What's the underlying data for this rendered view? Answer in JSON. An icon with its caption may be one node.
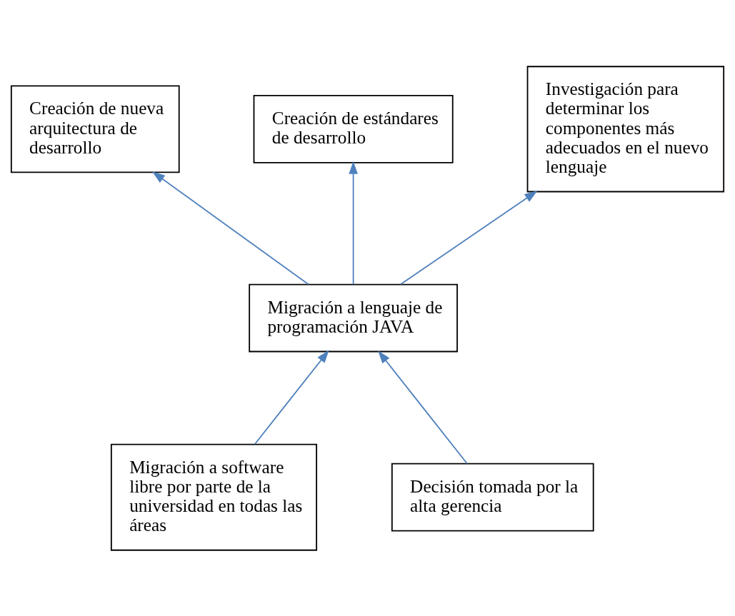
{
  "diagram": {
    "nodes": [
      {
        "text": [
          "Creación de nueva arquitectura de desarrollo"
        ]
      },
      {
        "text": [
          "Creación de estándares de desarrollo"
        ]
      },
      {
        "text": [
          "Investigación para determinar los componentes más adecuados en el nuevo lenguaje"
        ]
      },
      {
        "text": [
          "Migración a lenguaje de programación JAVA"
        ]
      },
      {
        "text": [
          "Migración a software libre por parte de la universidad en todas las áreas"
        ]
      },
      {
        "text": [
          "Decisión tomada por la alta gerencia"
        ]
      }
    ],
    "edges": [
      {
        "from": 3,
        "to": 0,
        "arrow": "to"
      },
      {
        "from": 3,
        "to": 1,
        "arrow": "to"
      },
      {
        "from": 3,
        "to": 2,
        "arrow": "to"
      },
      {
        "from": 4,
        "to": 3,
        "arrow": "to"
      },
      {
        "from": 5,
        "to": 3,
        "arrow": "to"
      }
    ]
  }
}
